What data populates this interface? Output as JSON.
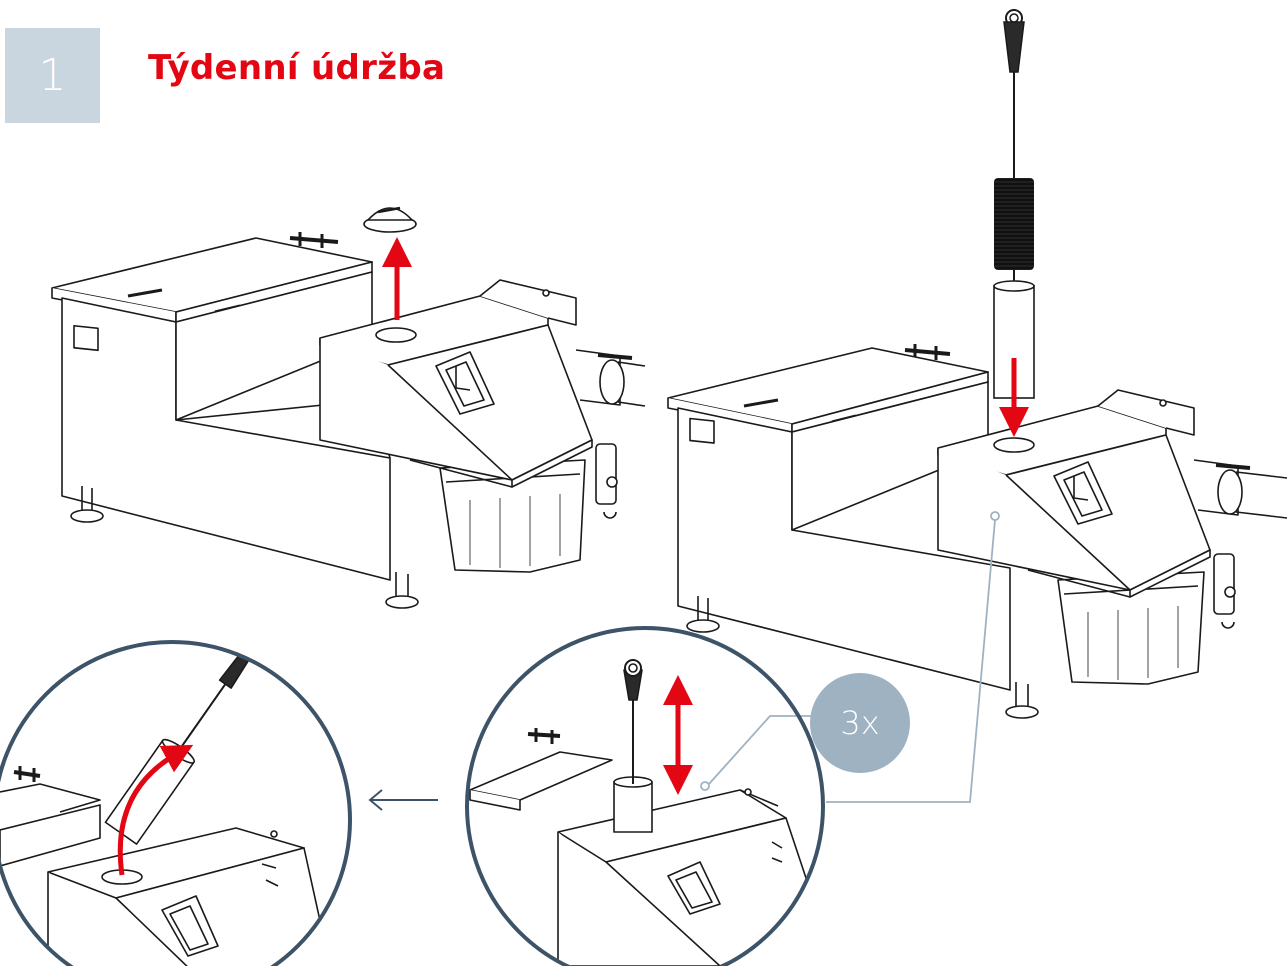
{
  "step": {
    "number": "1"
  },
  "title": "Týdenní údržba",
  "repeat_badge": "3x",
  "colors": {
    "accent_red": "#e30613",
    "step_box": "#c9d5df",
    "badge": "#9fb2c2",
    "detail_circle": "#3d5468",
    "callout_line": "#9fb2c2",
    "line_art": "#1a1a1a"
  },
  "icons": [
    "brush-icon",
    "tube-icon",
    "cap-icon",
    "arrow-up-icon",
    "arrow-down-icon",
    "double-arrow-icon",
    "curved-arrow-icon",
    "arrow-left-icon"
  ]
}
